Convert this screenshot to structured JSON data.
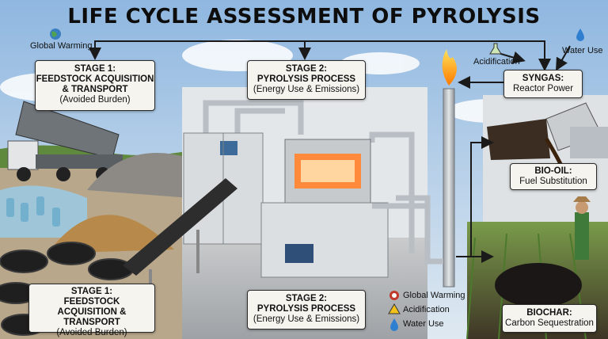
{
  "title": "LIFE CYCLE ASSESSMENT OF PYROLYSIS",
  "top_labels": {
    "global_warming": "Global Warming",
    "acidification": "Acidification",
    "water_use": "Water Use"
  },
  "boxes": {
    "stage1_top": {
      "line1": "STAGE 1:",
      "line2": "FEEDSTOCK ACQUISITION",
      "line3": "& TRANSPORT",
      "sub": "(Avoided Burden)"
    },
    "stage2_top": {
      "line1": "STAGE 2:",
      "line2": "PYROLYSIS PROCESS",
      "sub": "(Energy Use & Emissions)"
    },
    "syngas": {
      "line1": "SYNGAS:",
      "sub": "Reactor Power"
    },
    "biooil": {
      "line1": "BIO-OIL:",
      "sub": "Fuel Substitution"
    },
    "stage1_bottom": {
      "line1": "STAGE 1:",
      "line2": "FEEDSTOCK",
      "line3": "ACQUISITION & TRANSPORT",
      "sub": "(Avoided Burden)"
    },
    "stage2_bottom": {
      "line1": "STAGE 2:",
      "line2": "PYROLYSIS PROCESS",
      "sub": "(Energy Use & Emissions)"
    },
    "biochar": {
      "line1": "BIOCHAR:",
      "sub": "Carbon Sequestration"
    }
  },
  "legend": {
    "global_warming": "Global Warming",
    "acidification": "Acidification",
    "water_use": "Water Use"
  },
  "colors": {
    "sky": "#a9c8e6",
    "arrow": "#1a1a1a",
    "box_fill": "#f6f4ef",
    "water_drop": "#2f7fd1",
    "warning": "#f2c21b"
  }
}
